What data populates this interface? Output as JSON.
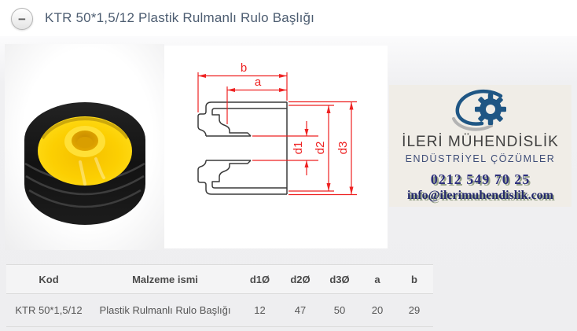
{
  "header": {
    "title": "KTR 50*1,5/12 Plastik Rulmanlı Rulo Başlığı",
    "collapse_glyph": "−"
  },
  "drawing": {
    "labels": {
      "b": "b",
      "a": "a",
      "d1": "d1",
      "d2": "d2",
      "d3": "d3"
    },
    "dimension_color": "#ee2222",
    "outline_color": "#3a3a3a"
  },
  "photo": {
    "body_color": "#141414",
    "face_color": "#ffd60a",
    "hub_color": "#d99e00"
  },
  "logo": {
    "company": "İLERİ MÜHENDİSLİK",
    "tagline": "ENDÜSTRİYEL ÇÖZÜMLER",
    "phone": "0212 549 70 25",
    "email": "info@ilerimuhendislik.com",
    "gear_color": "#1f5684",
    "swoosh_gray": "#b3b3b3"
  },
  "table": {
    "headers": [
      "Kod",
      "Malzeme ismi",
      "d1Ø",
      "d2Ø",
      "d3Ø",
      "a",
      "b"
    ],
    "rows": [
      [
        "KTR 50*1,5/12",
        "Plastik Rulmanlı Rulo Başlığı",
        "12",
        "47",
        "50",
        "20",
        "29"
      ]
    ]
  }
}
